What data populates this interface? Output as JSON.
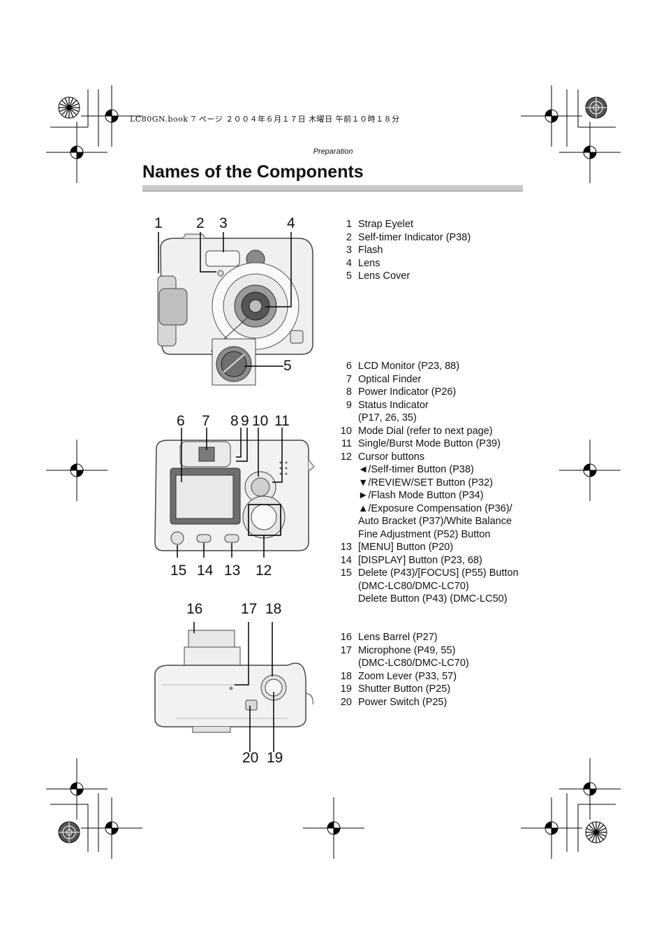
{
  "header": {
    "print_info": "LC80GN.book  7 ページ  ２００４年６月１７日  木曜日  午前１０時１８分",
    "section": "Preparation"
  },
  "title": "Names of the Components",
  "groups": [
    {
      "callouts": [
        "1",
        "2",
        "3",
        "4",
        "5"
      ],
      "items": [
        {
          "num": "1",
          "text": "Strap Eyelet"
        },
        {
          "num": "2",
          "text": "Self-timer Indicator (P38)"
        },
        {
          "num": "3",
          "text": "Flash"
        },
        {
          "num": "4",
          "text": "Lens"
        },
        {
          "num": "5",
          "text": "Lens Cover"
        }
      ]
    },
    {
      "callouts": [
        "6",
        "7",
        "8",
        "9",
        "10",
        "11",
        "15",
        "14",
        "13",
        "12"
      ],
      "items": [
        {
          "num": "6",
          "text": "LCD Monitor (P23, 88)"
        },
        {
          "num": "7",
          "text": "Optical Finder"
        },
        {
          "num": "8",
          "text": "Power Indicator (P26)"
        },
        {
          "num": "9",
          "text": "Status Indicator",
          "cont": [
            "(P17, 26, 35)"
          ]
        },
        {
          "num": "10",
          "text": "Mode Dial (refer to next page)"
        },
        {
          "num": "11",
          "text": "Single/Burst Mode Button (P39)"
        },
        {
          "num": "12",
          "text": "Cursor buttons",
          "cont": [
            "◄/Self-timer Button (P38)",
            "▼/REVIEW/SET Button (P32)",
            "►/Flash Mode Button (P34)",
            "▲/Exposure Compensation (P36)/",
            "Auto Bracket (P37)/White Balance",
            "Fine Adjustment (P52) Button"
          ]
        },
        {
          "num": "13",
          "text": "[MENU] Button (P20)"
        },
        {
          "num": "14",
          "text": "[DISPLAY] Button (P23, 68)"
        },
        {
          "num": "15",
          "text": "Delete (P43)/[FOCUS] (P55) Button",
          "cont": [
            "(DMC-LC80/DMC-LC70)",
            "Delete Button (P43) (DMC-LC50)"
          ]
        }
      ]
    },
    {
      "callouts": [
        "16",
        "17",
        "18",
        "20",
        "19"
      ],
      "items": [
        {
          "num": "16",
          "text": "Lens Barrel (P27)"
        },
        {
          "num": "17",
          "text": "Microphone (P49, 55)",
          "cont": [
            "(DMC-LC80/DMC-LC70)"
          ]
        },
        {
          "num": "18",
          "text": "Zoom Lever (P33, 57)"
        },
        {
          "num": "19",
          "text": "Shutter Button (P25)"
        },
        {
          "num": "20",
          "text": "Power Switch (P25)"
        }
      ]
    }
  ]
}
